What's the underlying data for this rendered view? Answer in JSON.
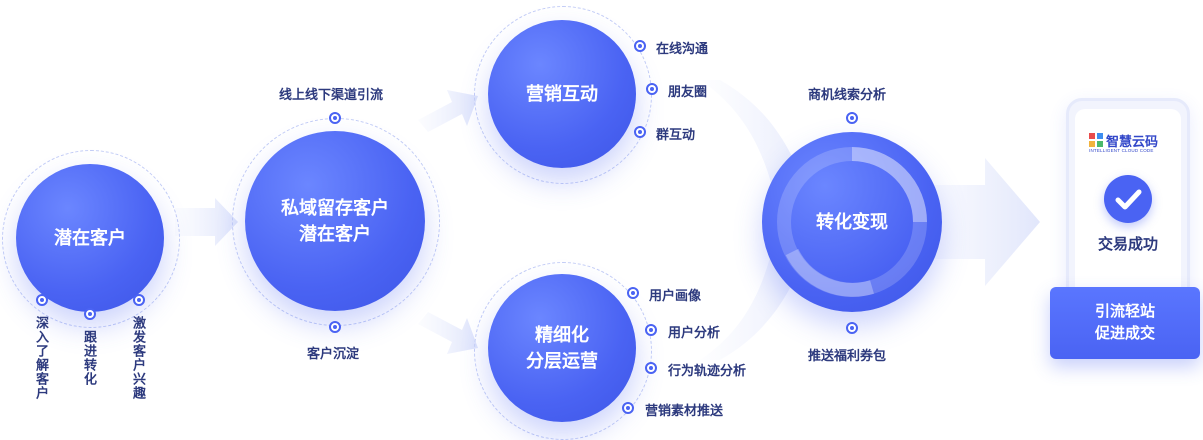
{
  "nodes": {
    "potential": {
      "title": "潜在客户"
    },
    "private": {
      "line1": "私域留存客户",
      "line2": "潜在客户"
    },
    "marketing": {
      "title": "营销互动"
    },
    "refined": {
      "line1": "精细化",
      "line2": "分层运营"
    },
    "convert": {
      "title": "转化变现"
    }
  },
  "potential_labels": [
    "深入了解客户",
    "跟进转化",
    "激发客户兴趣"
  ],
  "private_labels": {
    "top": "线上线下渠道引流",
    "bottom": "客户沉淀"
  },
  "marketing_labels": [
    "在线沟通",
    "朋友圈",
    "群互动"
  ],
  "refined_labels": [
    "用户画像",
    "用户分析",
    "行为轨迹分析",
    "营销素材推送"
  ],
  "convert_labels": {
    "top": "商机线索分析",
    "bottom": "推送福利券包"
  },
  "phone": {
    "logo_main": "智慧云码",
    "logo_sub": "INTELLIGENT CLOUD CODE",
    "status": "交易成功"
  },
  "cta": {
    "line1": "引流轻站",
    "line2": "促进成交"
  },
  "colors": {
    "primary": "#4a63f3",
    "text": "#2d3a7e",
    "arrow": "#dfe5fb"
  }
}
